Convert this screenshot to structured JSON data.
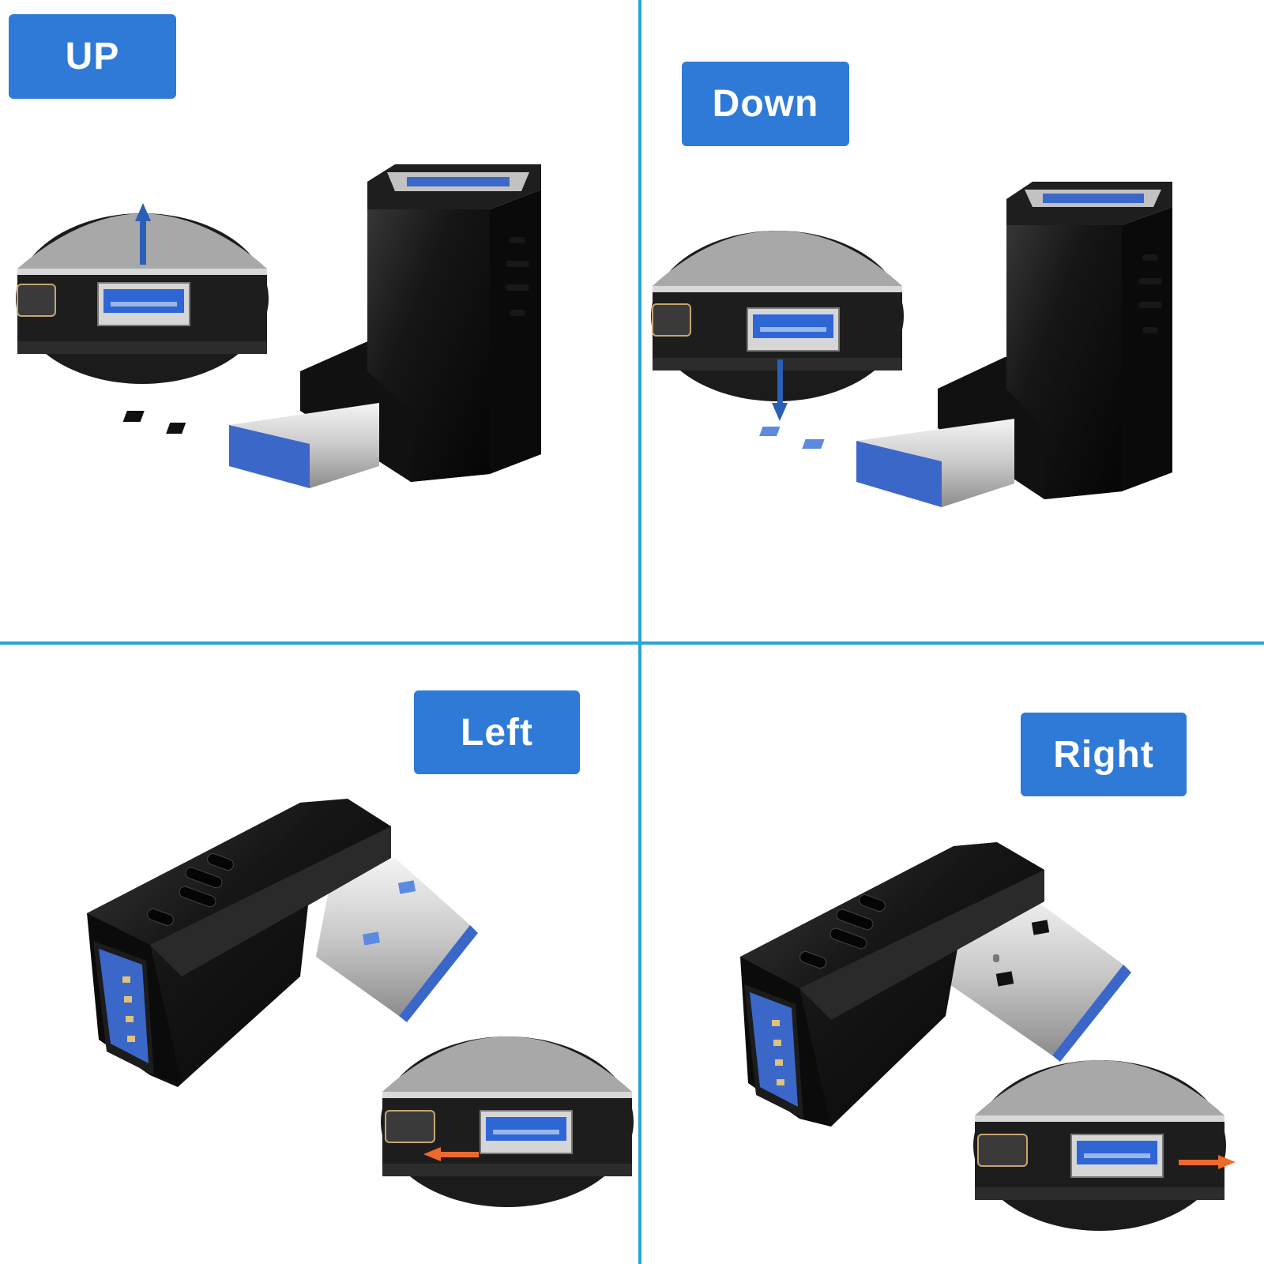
{
  "quadrants": [
    {
      "label": "UP",
      "direction": "up"
    },
    {
      "label": "Down",
      "direction": "down"
    },
    {
      "label": "Left",
      "direction": "left"
    },
    {
      "label": "Right",
      "direction": "right"
    }
  ],
  "colors": {
    "label_bg": "#2f7ad6",
    "divider": "#29a3dc",
    "usb_blue": "#3b67c9",
    "adapter_body": "#141414",
    "arrow_blue": "#2a5fb8",
    "arrow_orange": "#ee6a2c"
  }
}
